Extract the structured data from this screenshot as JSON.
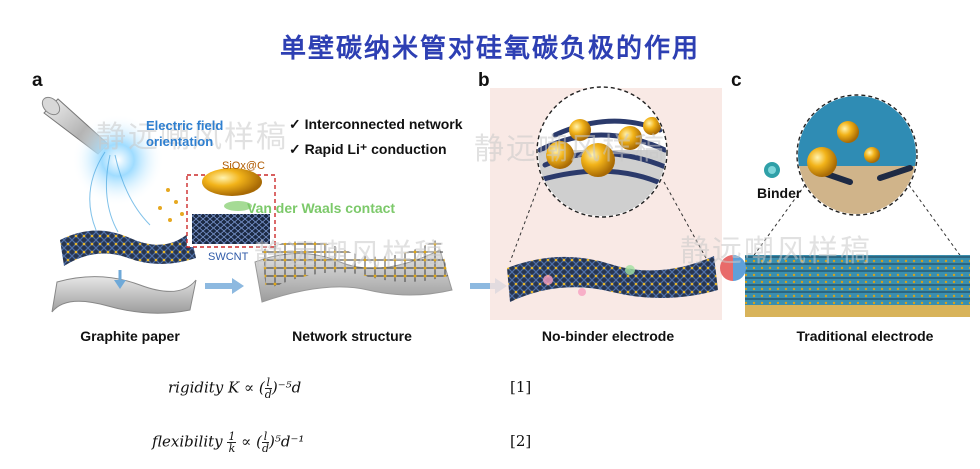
{
  "title": "单壁碳纳米管对硅氧碳负极的作用",
  "panels": {
    "a": {
      "letter": "a",
      "electric_field": "Electric field orientation",
      "checks": [
        "✓ Interconnected network",
        "✓ Rapid Li⁺ conduction"
      ],
      "siox_label": "SiOx@C",
      "vdw_label": "Van der Waals contact",
      "swcnt_label": "SWCNT",
      "caption_left": "Graphite paper",
      "caption_right": "Network structure"
    },
    "b": {
      "letter": "b",
      "caption": "No-binder electrode"
    },
    "c": {
      "letter": "c",
      "binder_label": "Binder",
      "caption": "Traditional electrode"
    }
  },
  "watermarks": [
    "静远嘲风样稿",
    "静远嘲风样稿",
    "静远嘲风样稿",
    "静远嘲风样稿"
  ],
  "equations": [
    {
      "name": "rigidity",
      "lhs": "rigidity K ∝ (",
      "num": "l",
      "den": "d",
      "rhs": ")⁻⁵d",
      "tag": "[1]"
    },
    {
      "name": "flexibility",
      "lhs": "flexibility ",
      "k_num": "1",
      "k_den": "k",
      "mid": " ∝ (",
      "num": "l",
      "den": "d",
      "rhs": ")⁵d⁻¹",
      "tag": "[2]"
    }
  ]
}
